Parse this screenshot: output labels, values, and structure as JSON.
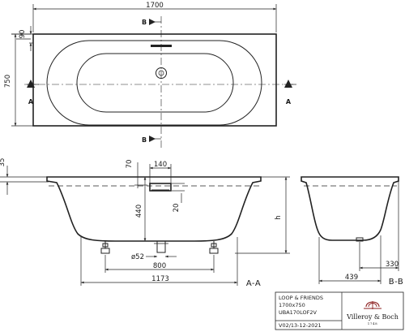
{
  "top_view": {
    "length": "1700",
    "width": "750",
    "offset": "90",
    "section_bb_top": "B",
    "section_bb_bottom": "B",
    "section_aa_left": "A",
    "section_aa_right": "A"
  },
  "section_aa": {
    "rim_height": "35",
    "overflow_offset": "70",
    "overflow_width": "140",
    "overflow_height": "20",
    "depth": "440",
    "waste_diameter": "ø52",
    "feet_spacing": "800",
    "bottom_length": "1173",
    "label": "A-A"
  },
  "section_bb": {
    "h_symbol": "h",
    "bottom_length": "439",
    "waste_offset": "330",
    "label": "B-B"
  },
  "title_block": {
    "product_name": "LOOP & FRIENDS",
    "size": "1700x750",
    "article": "UBA170LOF2V",
    "revision": "V02/13-12-2021",
    "brand": "Villeroy & Boch",
    "brand_since": "1748"
  }
}
